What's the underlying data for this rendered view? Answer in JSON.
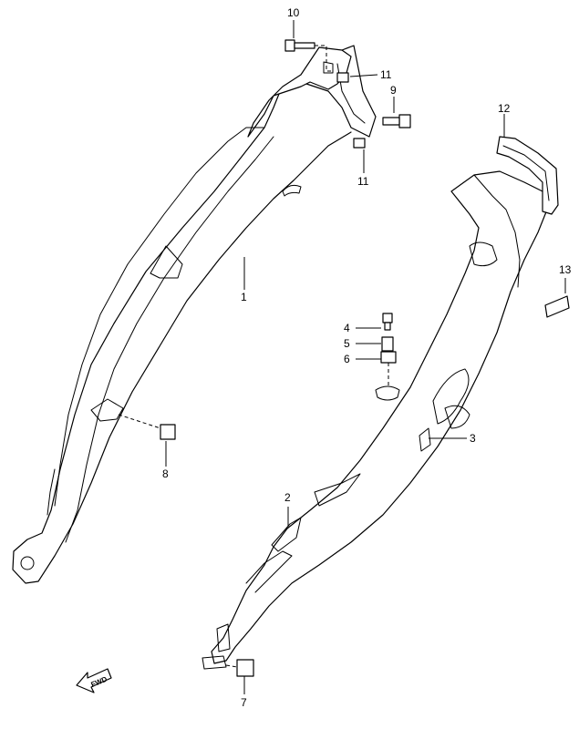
{
  "callouts": {
    "c1": "1",
    "c2": "2",
    "c3": "3",
    "c4": "4",
    "c5": "5",
    "c6": "6",
    "c7": "7",
    "c8": "8",
    "c9": "9",
    "c10": "10",
    "c11a": "11",
    "c11b": "11",
    "c12": "12",
    "c13": "13"
  },
  "direction_arrow": {
    "label": "FWD"
  }
}
